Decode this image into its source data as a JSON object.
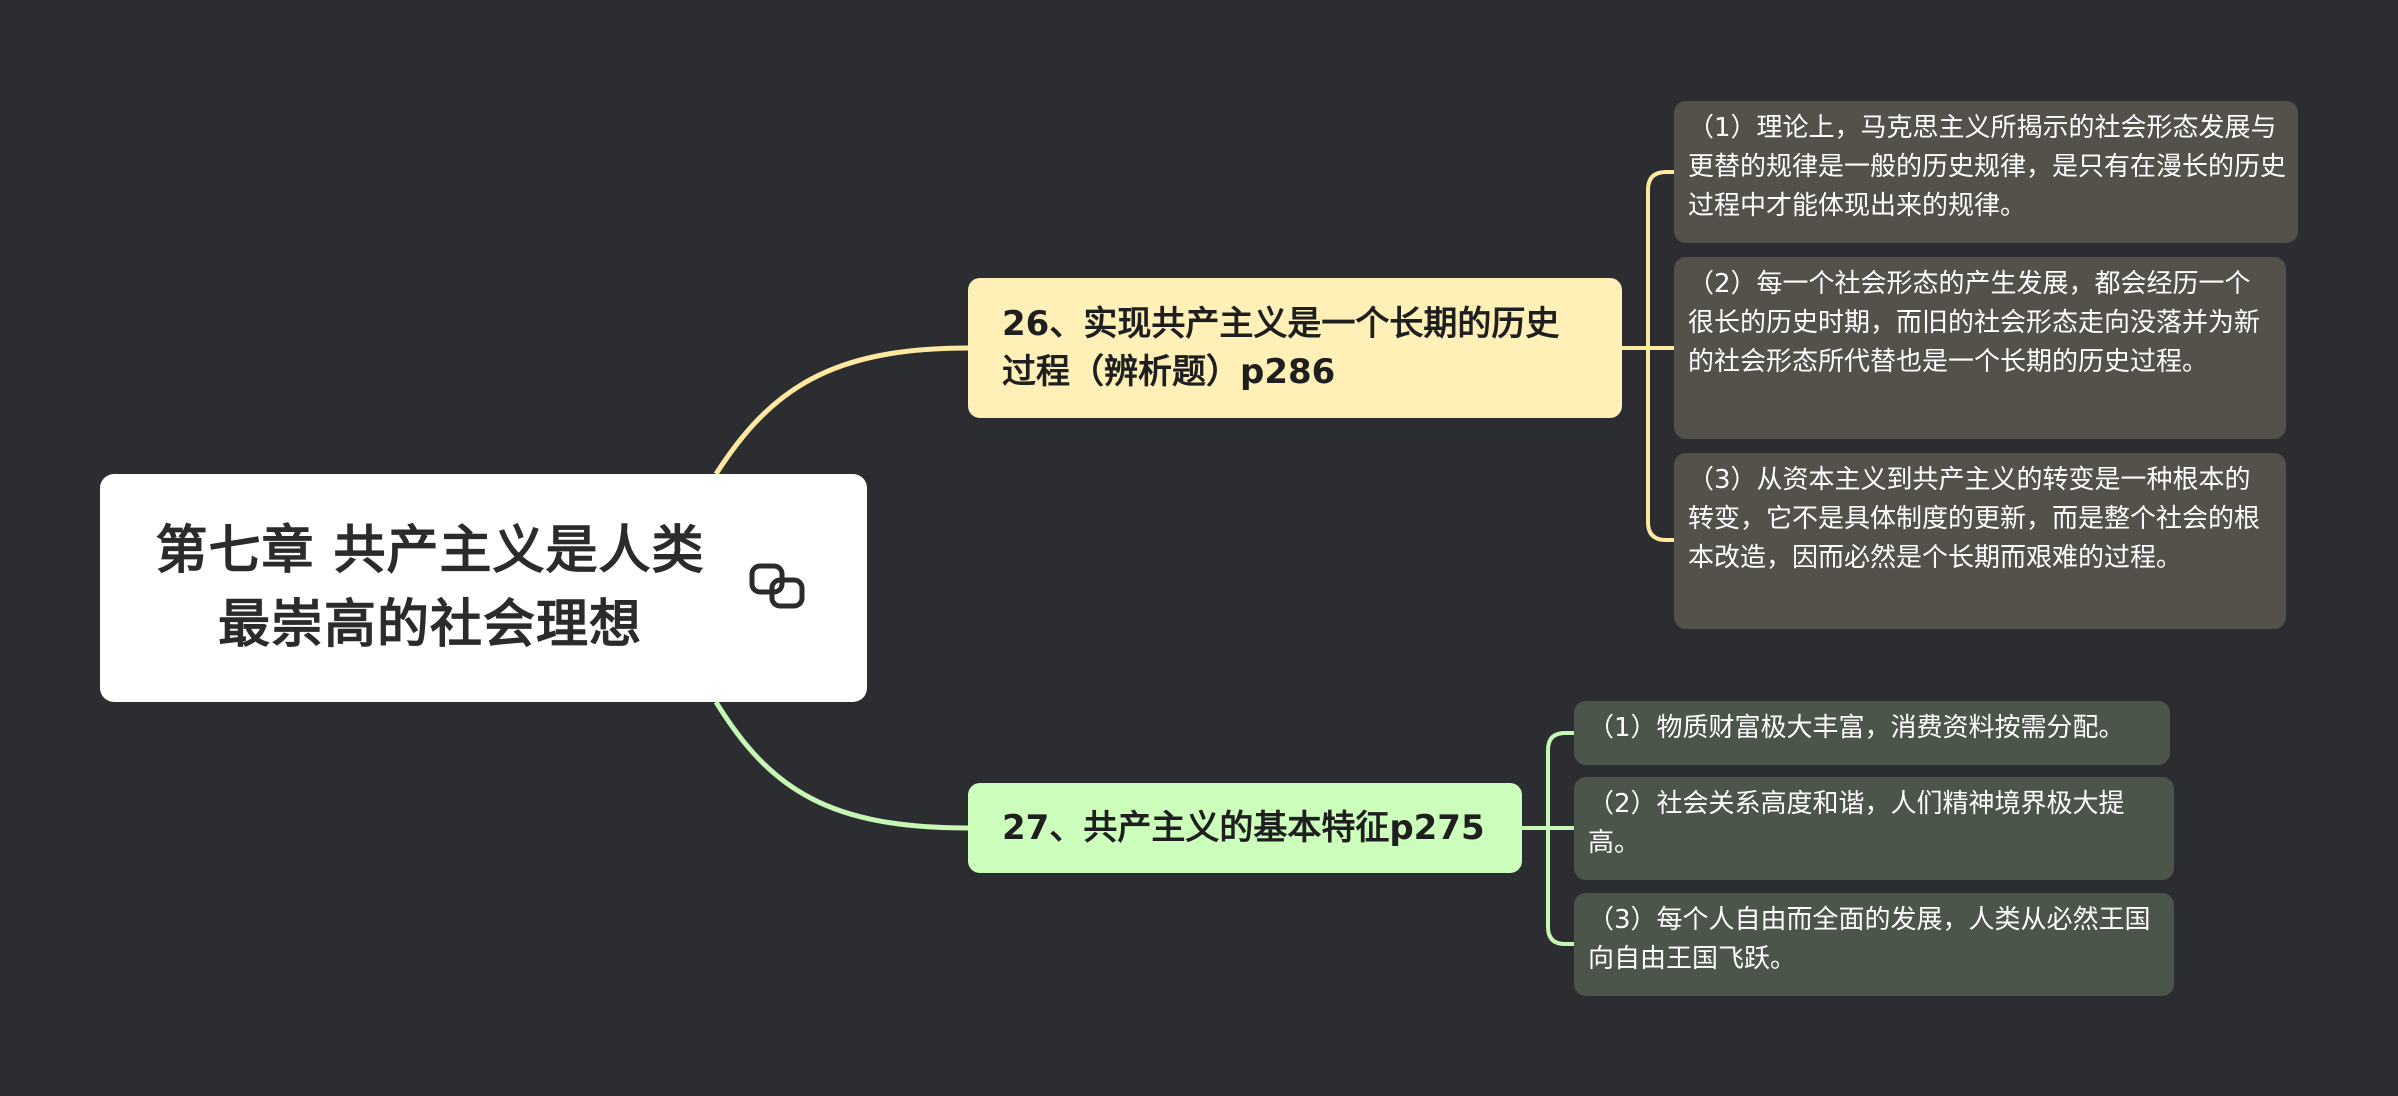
{
  "root": {
    "title": "第七章  共产主义是人类最崇高的社会理想",
    "icon": "link-icon"
  },
  "branches": [
    {
      "label": "26、实现共产主义是一个长期的历史过程（辨析题）p286",
      "color": "#fff0b8",
      "line_color": "#ffe9a0",
      "children": [
        "（1）理论上，马克思主义所揭示的社会形态发展与更替的规律是一般的历史规律，是只有在漫长的历史过程中才能体现出来的规律。",
        "（2）每一个社会形态的产生发展，都会经历一个很长的历史时期，而旧的社会形态走向没落并为新的社会形态所代替也是一个长期的历史过程。",
        "（3）从资本主义到共产主义的转变是一种根本的转变，它不是具体制度的更新，而是整个社会的根本改造，因而必然是个长期而艰难的过程。"
      ]
    },
    {
      "label": "27、共产主义的基本特征p275",
      "color": "#ccffbb",
      "line_color": "#c6f7b4",
      "children": [
        "（1）物质财富极大丰富，消费资料按需分配。",
        "（2）社会关系高度和谐，人们精神境界极大提高。",
        "（3）每个人自由而全面的发展，人类从必然王国向自由王国飞跃。"
      ]
    }
  ]
}
